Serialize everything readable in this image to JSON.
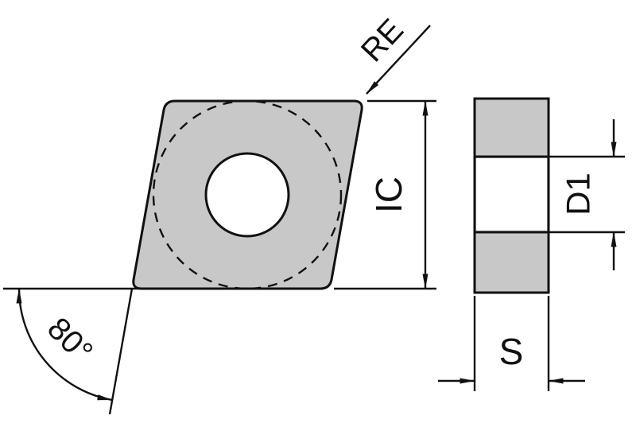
{
  "diagram": {
    "labels": {
      "corner_radius": "RE",
      "inscribed_circle": "IC",
      "corner_angle": "80°",
      "hole_diameter": "D1",
      "thickness": "S"
    },
    "colors": {
      "line": "#111111",
      "insert_fill": "#c8c8c8",
      "background": "#ffffff"
    }
  }
}
